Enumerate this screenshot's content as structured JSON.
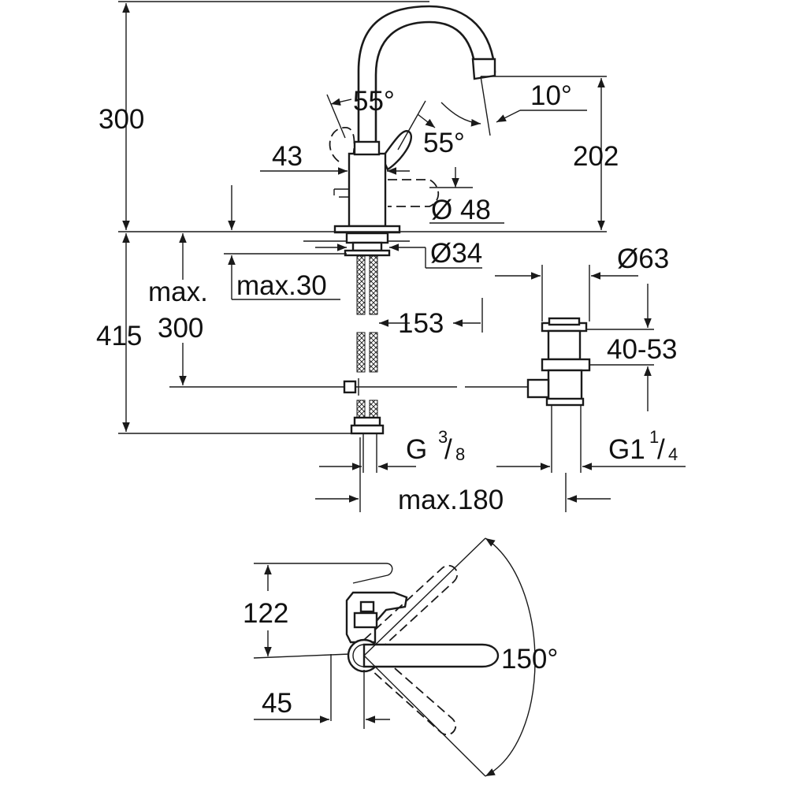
{
  "dimensions": {
    "height_total": "300",
    "spout_height": "202",
    "spout_angle": "10°",
    "lever_angle_left": "55°",
    "lever_angle_right": "55°",
    "body_offset": "43",
    "body_diameter": "Ø 48",
    "hole_diameter": "Ø34",
    "max_label": "max.",
    "max_depth_below": "300",
    "max_deck_thickness": "max.30",
    "under_deck_total": "415",
    "rod_distance": "153",
    "waste_diameter": "Ø63",
    "waste_range": "40-53",
    "thread_supply_main": "G",
    "thread_supply_num": "3",
    "thread_supply_den": "8",
    "thread_waste_main": "G1",
    "thread_waste_num": "1",
    "thread_waste_den": "4",
    "max_width": "max.180",
    "lever_reach": "122",
    "lever_offset": "45",
    "rotation_angle": "150°"
  }
}
